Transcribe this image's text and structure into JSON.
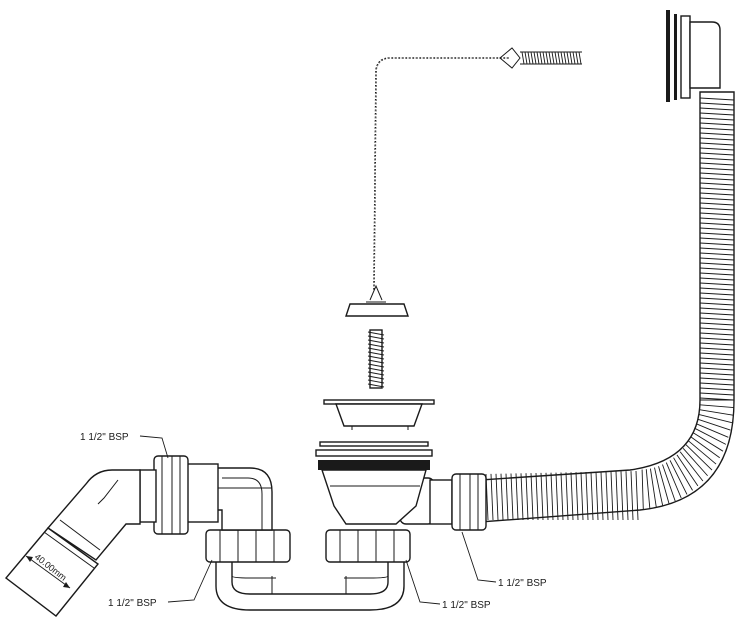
{
  "labels": {
    "top_left_nut": "1 1/2\" BSP",
    "bottom_left_nut": "1 1/2\" BSP",
    "bottom_middle_nut": "1 1/2\" BSP",
    "overflow_nut": "1 1/2\" BSP",
    "outlet_dimension": "40.00mm"
  },
  "colors": {
    "line": "#1a1a1a",
    "background": "#ffffff"
  }
}
